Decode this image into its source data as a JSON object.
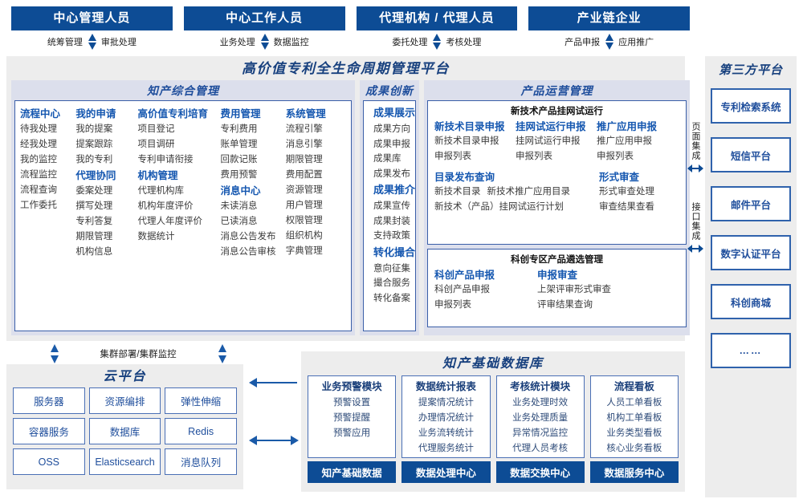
{
  "roles": [
    {
      "title": "中心管理人员",
      "left": "统筹管理",
      "right": "审批处理"
    },
    {
      "title": "中心工作人员",
      "left": "业务处理",
      "right": "数据监控"
    },
    {
      "title": "代理机构 / 代理人员",
      "left": "委托处理",
      "right": "考核处理"
    },
    {
      "title": "产业链企业",
      "left": "产品申报",
      "right": "应用推广"
    }
  ],
  "platform": {
    "title": "高价值专利全生命周期管理平台",
    "panels": {
      "comprehensive": {
        "title": "知产综合管理",
        "columns": [
          {
            "blocks": [
              {
                "group": "流程中心",
                "items": [
                  "待我处理",
                  "经我处理",
                  "我的监控",
                  "流程监控",
                  "流程查询",
                  "工作委托"
                ]
              }
            ]
          },
          {
            "blocks": [
              {
                "group": "我的申请",
                "items": [
                  "我的提案",
                  "提案跟踪",
                  "我的专利"
                ]
              },
              {
                "group": "代理协同",
                "items": [
                  "委案处理",
                  "撰写处理",
                  "专利答复",
                  "期限管理",
                  "机构信息"
                ]
              }
            ]
          },
          {
            "blocks": [
              {
                "group": "高价值专利培育",
                "items": [
                  "项目登记",
                  "项目调研",
                  "专利申请衔接"
                ]
              },
              {
                "group": "机构管理",
                "items": [
                  "代理机构库",
                  "机构年度评价",
                  "代理人年度评价",
                  "数据统计"
                ]
              }
            ]
          },
          {
            "blocks": [
              {
                "group": "费用管理",
                "items": [
                  "专利费用",
                  "账单管理",
                  "回款记账",
                  "费用预警"
                ]
              },
              {
                "group": "消息中心",
                "items": [
                  "未读消息",
                  "已读消息",
                  "消息公告发布",
                  "消息公告审核"
                ]
              }
            ]
          },
          {
            "blocks": [
              {
                "group": "系统管理",
                "items": [
                  "流程引擎",
                  "消息引擎",
                  "期限管理",
                  "费用配置",
                  "资源管理",
                  "用户管理",
                  "权限管理",
                  "组织机构",
                  "字典管理"
                ]
              }
            ]
          }
        ]
      },
      "innovation": {
        "title": "成果创新示范",
        "blocks": [
          {
            "group": "成果展示",
            "items": [
              "成果方向",
              "成果申报",
              "成果库",
              "成果发布"
            ]
          },
          {
            "group": "成果推介",
            "items": [
              "成果宣传",
              "成果封装",
              "支持政策"
            ]
          },
          {
            "group": "转化撮合",
            "items": [
              "意向征集",
              "撮合服务",
              "转化备案"
            ]
          }
        ]
      },
      "operations": {
        "title": "产品运营管理",
        "box1": {
          "title": "新技术产品挂网试运行",
          "row1": [
            {
              "group": "新技术目录申报",
              "items": [
                "新技术目录申报",
                "申报列表"
              ]
            },
            {
              "group": "挂网试运行申报",
              "items": [
                "挂网试运行申报",
                "申报列表"
              ]
            },
            {
              "group": "推广应用申报",
              "items": [
                "推广应用申报",
                "申报列表"
              ]
            }
          ],
          "row2_left_group": "目录发布查询",
          "row2_left_items_a": "新技术目录",
          "row2_left_items_b": "新技术推广应用目录",
          "row2_left_items_c": "新技术（产品）挂网试运行计划",
          "row2_right_group": "形式审查",
          "row2_right_items": [
            "形式审查处理",
            "审查结果查看"
          ]
        },
        "box2": {
          "title": "科创专区产品遴选管理",
          "cols": [
            {
              "group": "科创产品申报",
              "items": [
                "科创产品申报",
                "申报列表"
              ]
            },
            {
              "group": "申报审查",
              "items": [
                "上架评审形式审查",
                "评审结果查询"
              ]
            }
          ]
        }
      }
    }
  },
  "integration": {
    "page_label": "页面集成",
    "api_label": "接口集成"
  },
  "third_party": {
    "title": "第三方平台",
    "items": [
      "专利检索系统",
      "短信平台",
      "邮件平台",
      "数字认证平台",
      "科创商城",
      "……"
    ]
  },
  "cluster": {
    "label": "集群部署/集群监控"
  },
  "cloud": {
    "title": "云平台",
    "cells": [
      "服务器",
      "资源编排",
      "弹性伸缩",
      "容器服务",
      "数据库",
      "Redis",
      "OSS",
      "Elasticsearch",
      "消息队列"
    ]
  },
  "database": {
    "title": "知产基础数据库",
    "columns": [
      {
        "header": "业务预警模块",
        "items": [
          "预警设置",
          "预警提醒",
          "预警应用"
        ],
        "footer": "知产基础数据"
      },
      {
        "header": "数据统计报表",
        "items": [
          "提案情况统计",
          "办理情况统计",
          "业务流转统计",
          "代理服务统计"
        ],
        "footer": "数据处理中心"
      },
      {
        "header": "考核统计模块",
        "items": [
          "业务处理时效",
          "业务处理质量",
          "异常情况监控",
          "代理人员考核"
        ],
        "footer": "数据交换中心"
      },
      {
        "header": "流程看板",
        "items": [
          "人员工单看板",
          "机构工单看板",
          "业务类型看板",
          "核心业务看板"
        ],
        "footer": "数据服务中心"
      }
    ]
  },
  "colors": {
    "primary": "#0d4c95",
    "title": "#17407e",
    "group": "#1557b0",
    "panel_bg": "#dcdfec",
    "container_bg": "#ededed"
  }
}
